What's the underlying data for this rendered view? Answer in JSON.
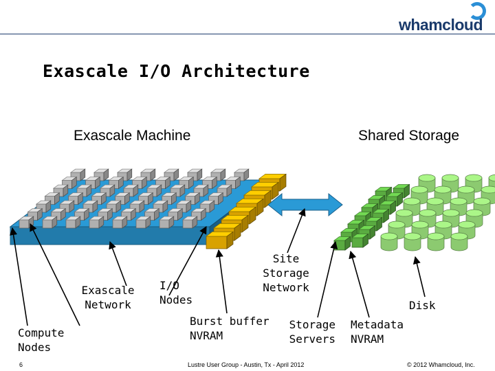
{
  "header": {
    "logo_text": "whamcloud",
    "title": "Exascale I/O Architecture"
  },
  "sections": {
    "machine": "Exascale Machine",
    "storage": "Shared Storage"
  },
  "labels": {
    "exascale_network": "Exascale\nNetwork",
    "io_nodes": "I/O\nNodes",
    "site_storage_network": "Site\nStorage\nNetwork",
    "disk": "Disk",
    "burst_buffer": "Burst buffer\nNVRAM",
    "storage_servers": "Storage\nServers",
    "metadata": "Metadata\nNVRAM",
    "compute_nodes": "Compute\nNodes"
  },
  "footer": {
    "page_number": "6",
    "event": "Lustre User Group - Austin, Tx - April 2012",
    "copyright": "© 2012 Whamcloud, Inc."
  },
  "colors": {
    "compute_node": "#c8c8c8",
    "network_plate": "#2a9ad6",
    "io_node": "#f5b800",
    "site_network_arrow": "#2a9ad6",
    "storage_server": "#66c24a",
    "disk": "#9be07c",
    "logo_text": "#1a3a6b",
    "logo_ring": "#2b8fd6"
  }
}
